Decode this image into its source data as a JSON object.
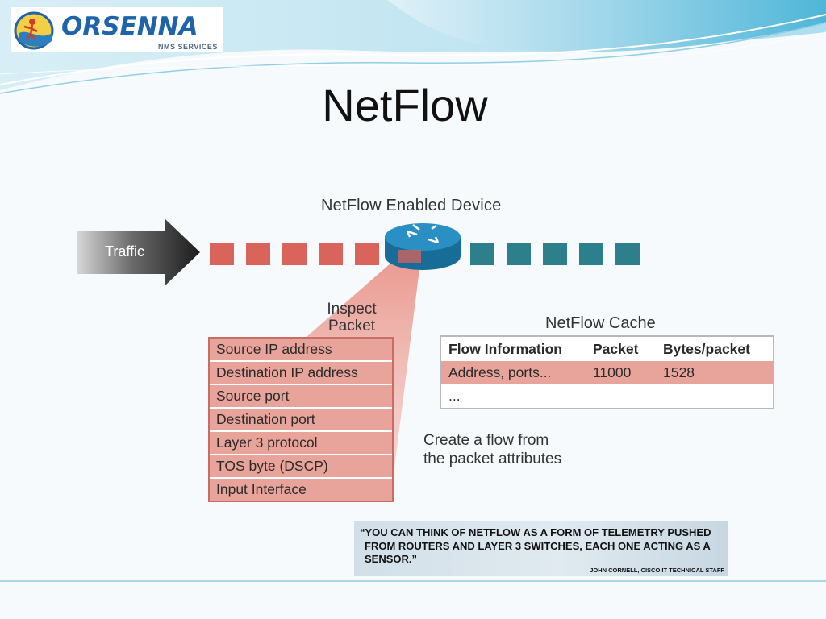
{
  "logo": {
    "wordmark": "ORSENNA",
    "subtitle": "NMS SERVICES"
  },
  "slide": {
    "title": "NetFlow"
  },
  "diagram": {
    "device_label": "NetFlow Enabled Device",
    "traffic_label": "Traffic",
    "inspect_label_line1": "Inspect",
    "inspect_label_line2": "Packet",
    "packet_attributes": [
      "Source IP address",
      "Destination IP address",
      "Source port",
      "Destination port",
      "Layer 3 protocol",
      "TOS byte (DSCP)",
      "Input Interface"
    ],
    "cache_label": "NetFlow Cache",
    "cache_table": {
      "headers": [
        "Flow Information",
        "Packet",
        "Bytes/packet"
      ],
      "row1": [
        "Address, ports...",
        "11000",
        "1528"
      ],
      "row2": [
        "..."
      ]
    },
    "create_label_line1": "Create a flow from",
    "create_label_line2": "the packet attributes",
    "colors": {
      "incoming_packet": "#d9645c",
      "outgoing_packet": "#2e7f8c",
      "router": "#1f7fb0",
      "attribute_fill": "#e8a49a"
    }
  },
  "quote": {
    "text": "“YOU CAN THINK OF NETFLOW AS A FORM OF TELEMETRY PUSHED FROM ROUTERS AND LAYER 3 SWITCHES, EACH ONE ACTING AS A SENSOR.”",
    "attribution": "JOHN CORNELL, CISCO IT TECHNICAL STAFF"
  }
}
